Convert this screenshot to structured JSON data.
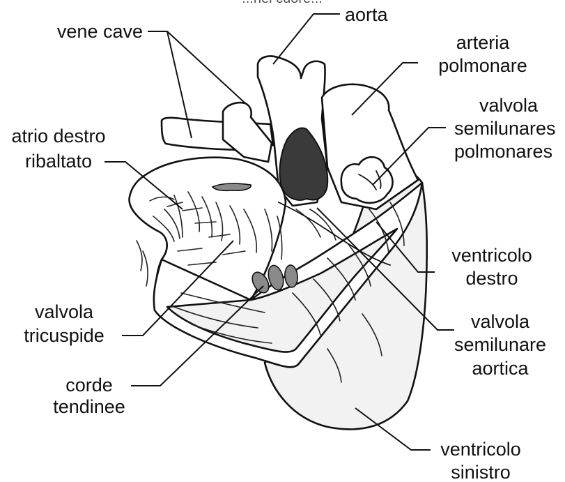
{
  "header_fragment": "...nel cuore...",
  "labels": {
    "aorta": "aorta",
    "vene_cave": "vene cave",
    "arteria_polmonare": [
      "arteria",
      "polmonare"
    ],
    "valvola_semilunare_polmonare": [
      "valvola",
      "semilunares",
      "polmonares"
    ],
    "atrio_destro": [
      "atrio destro",
      "ribaltato"
    ],
    "ventricolo_destro": [
      "ventricolo",
      "destro"
    ],
    "valvola_tricuspide": [
      "valvola",
      "tricuspide"
    ],
    "valvola_semilunare_aortica": [
      "valvola",
      "semilunare",
      "aortica"
    ],
    "corde_tendinee": [
      "corde",
      "tendinee"
    ],
    "ventricolo_sinistro": [
      "ventricolo",
      "sinistro"
    ]
  }
}
